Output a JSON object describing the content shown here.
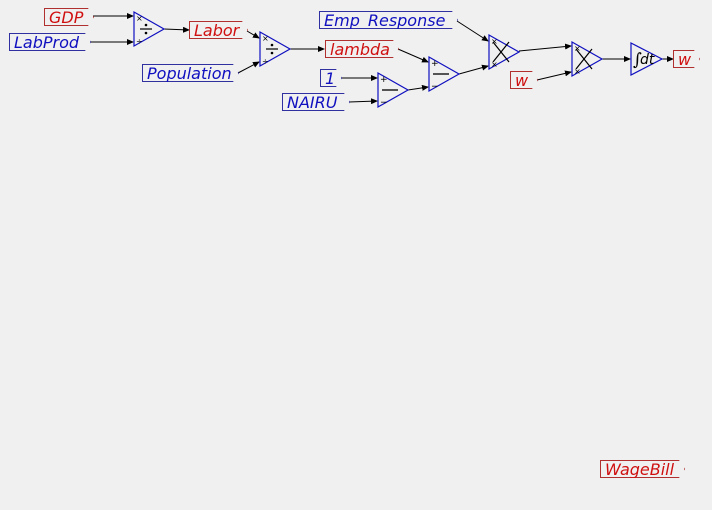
{
  "colors": {
    "flow": "#d01010",
    "parameter": "#1010c0",
    "operator": "#1010c0",
    "wire": "#000000"
  },
  "variables": {
    "gdp": "GDP",
    "labprod": "LabProd",
    "labor": "Labor",
    "population": "Population",
    "emp_response": "Emp_Response",
    "lambda": "lambda",
    "one": "1",
    "nairu": "NAIRU",
    "w_in": "w",
    "w_out": "w",
    "wagebill": "WageBill"
  },
  "operators": {
    "divide_1": {
      "symbol": "divide-icon"
    },
    "divide_2": {
      "symbol": "divide-icon"
    },
    "subtract_1": {
      "symbol": "minus-icon"
    },
    "subtract_2": {
      "symbol": "minus-icon"
    },
    "multiply_1": {
      "symbol": "multiply-icon"
    },
    "multiply_2": {
      "symbol": "multiply-icon"
    },
    "integrate": {
      "symbol": "integral-icon",
      "label": "dt"
    }
  }
}
